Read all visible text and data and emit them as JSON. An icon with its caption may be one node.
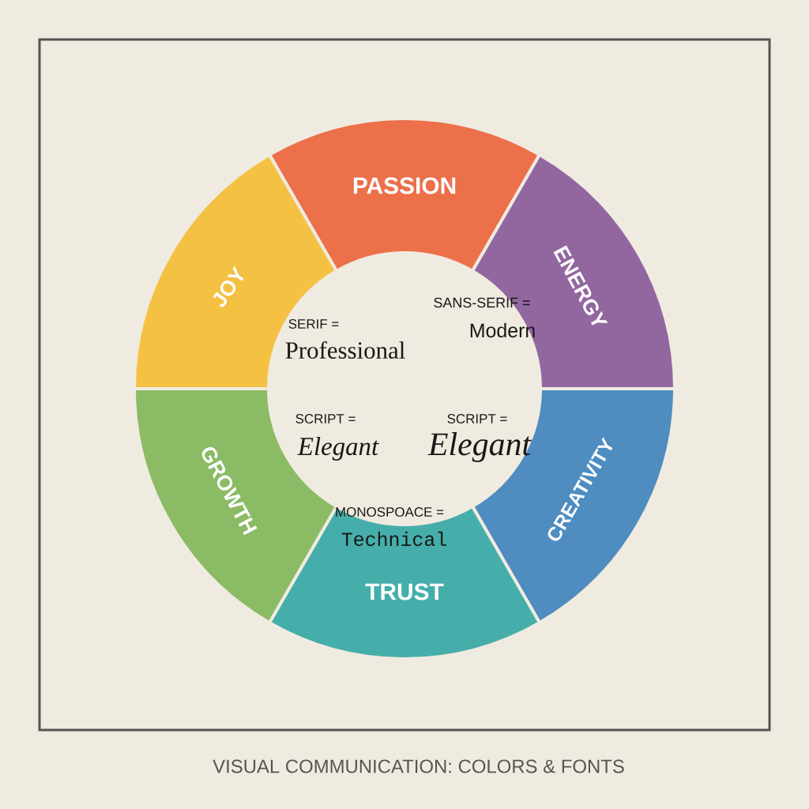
{
  "diagram": {
    "caption": "VISUAL COMMUNICATION: COLORS & FONTS",
    "nodes": [
      {
        "text": [
          "PASSION"
        ]
      },
      {
        "text": [
          "ENERGY"
        ]
      },
      {
        "text": [
          "CREATIVITY"
        ]
      },
      {
        "text": [
          "TRUST"
        ]
      },
      {
        "text": [
          "GROWTH"
        ]
      },
      {
        "text": [
          "JOY"
        ]
      }
    ],
    "labels": [
      "SANS-SERIF =",
      "SERIF =",
      "Modern",
      "Professional",
      "SCRIPT =",
      "SCRIPT =",
      "Elegant",
      "Elegant",
      "MONOSPOACE =",
      "Technical"
    ]
  }
}
